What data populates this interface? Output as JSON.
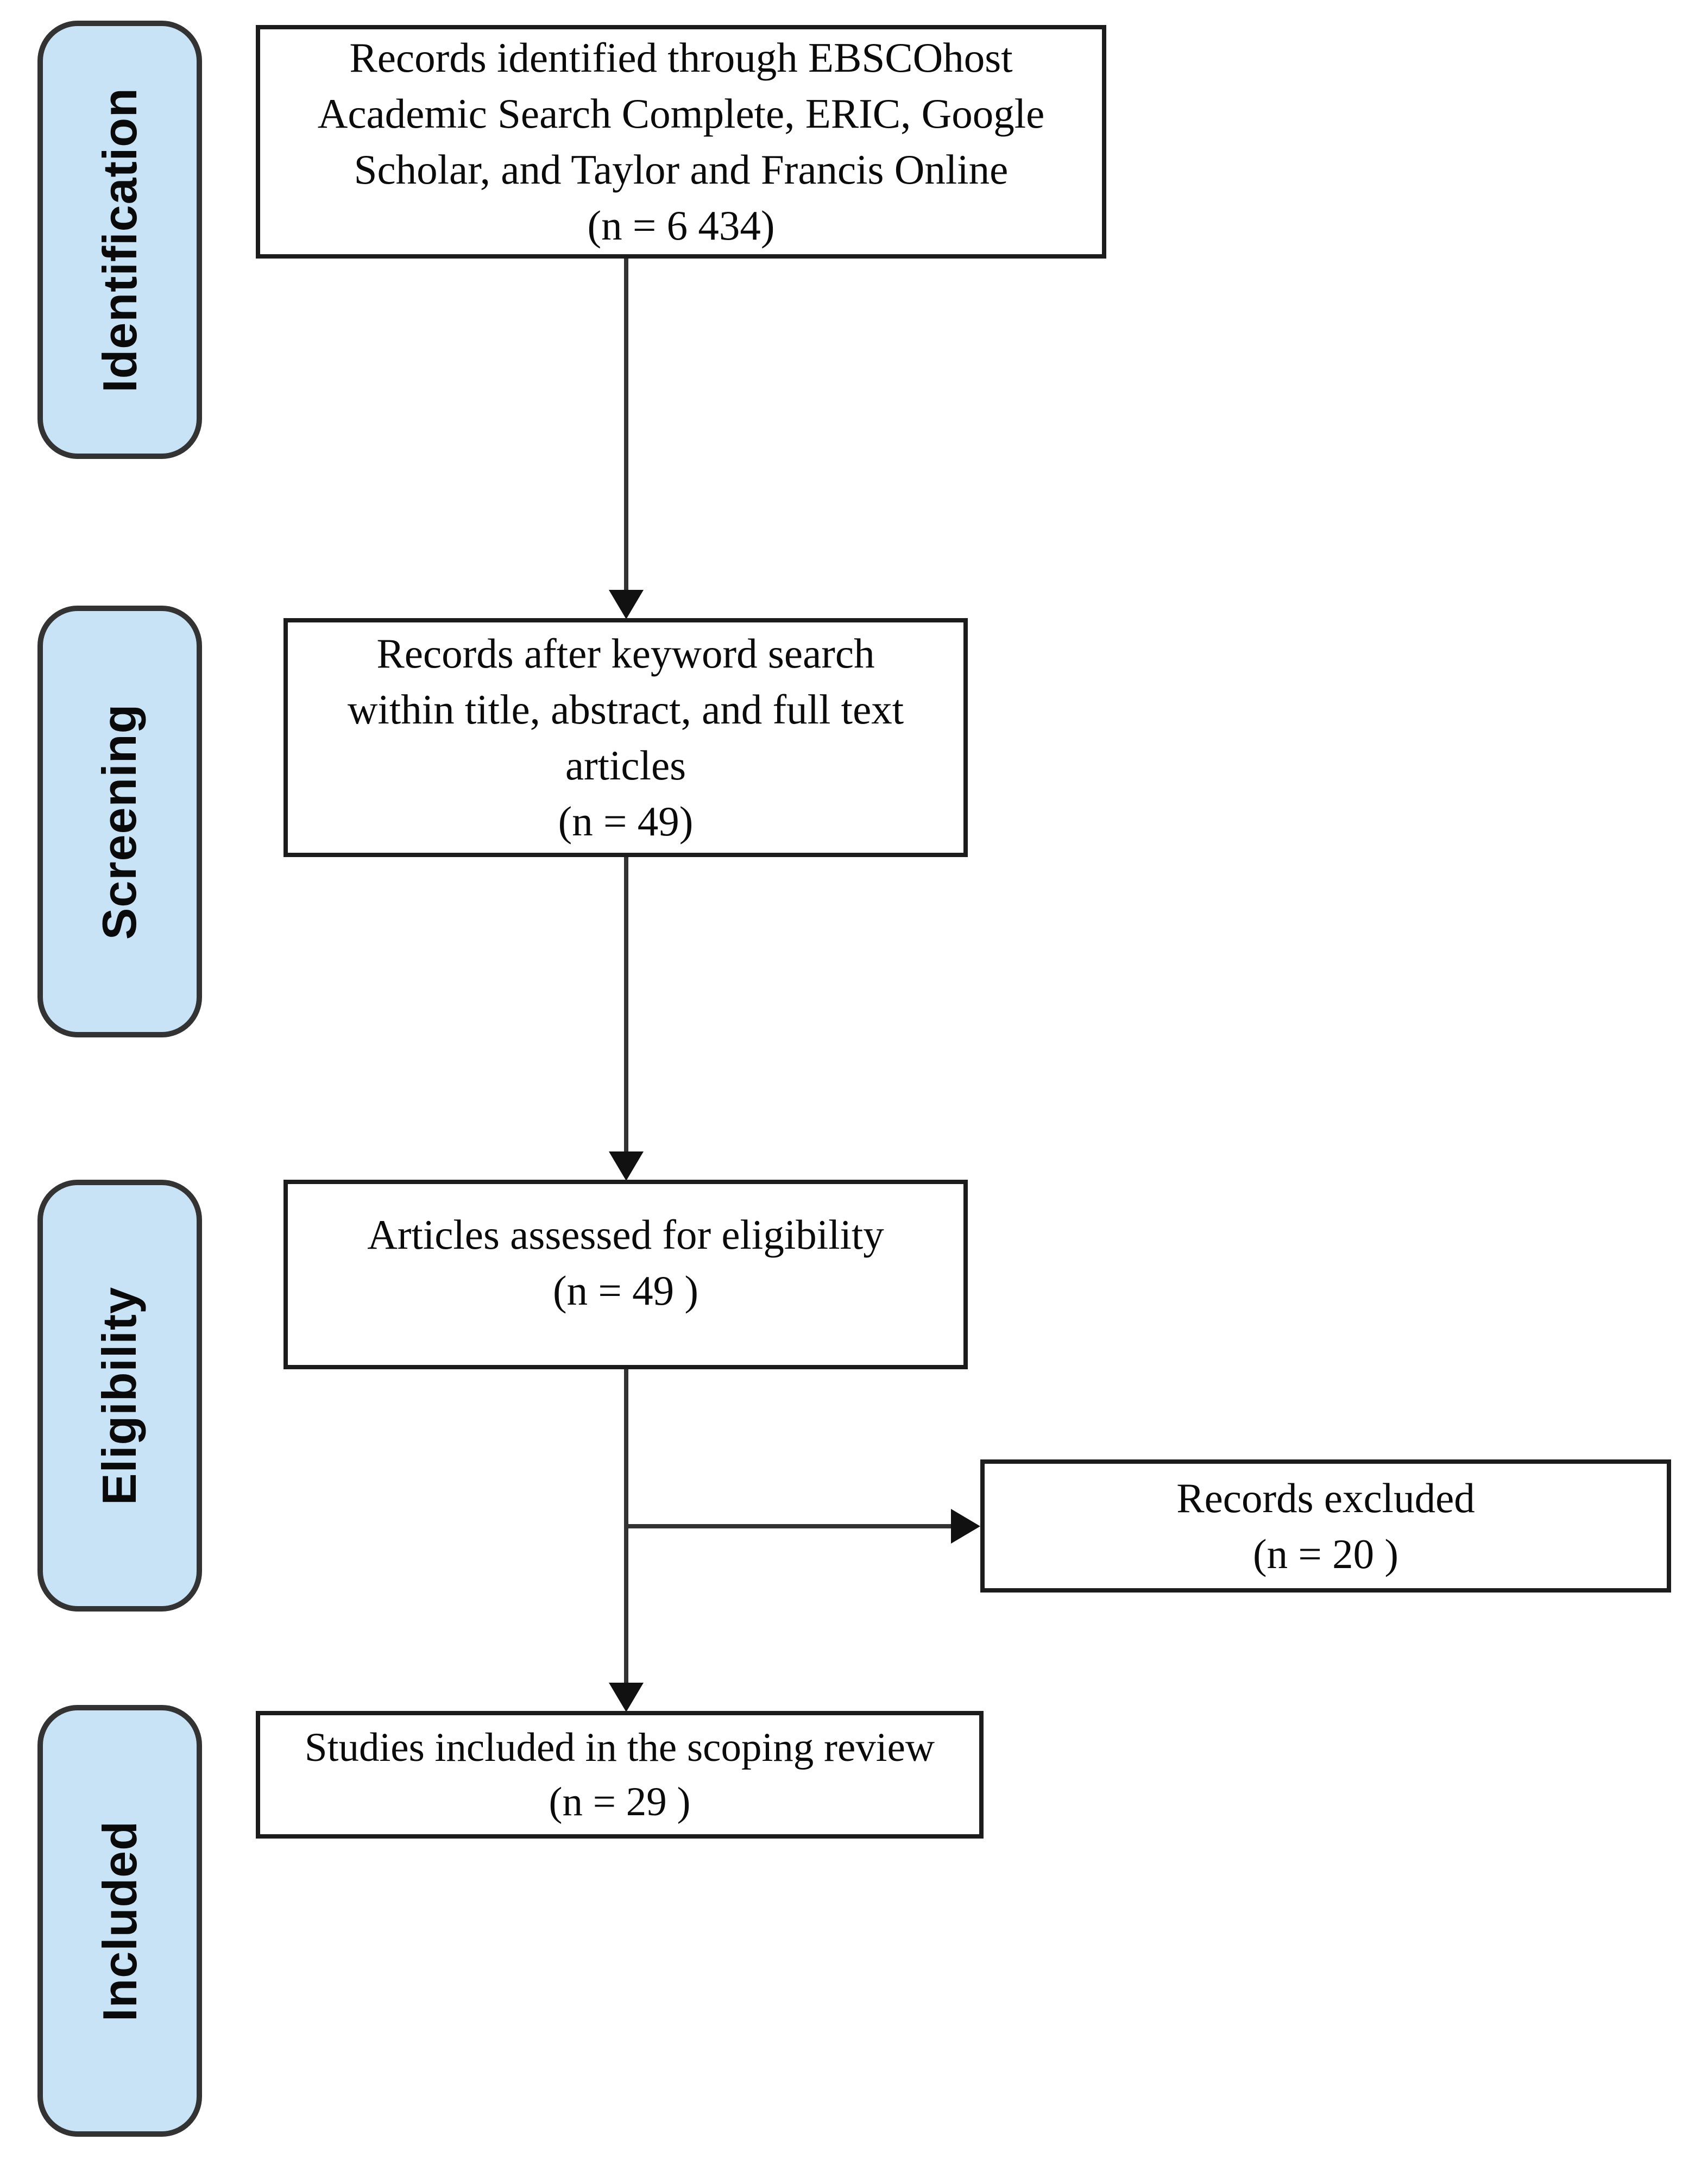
{
  "colors": {
    "stage_fill": "#c9e3f6",
    "stage_border": "#333333",
    "box_border": "#1c1c1c",
    "arrow": "#333333",
    "text": "#0b0b0b"
  },
  "stages": [
    {
      "label": "Identification"
    },
    {
      "label": "Screening"
    },
    {
      "label": "Eligibility"
    },
    {
      "label": "Included"
    }
  ],
  "boxes": {
    "identification": {
      "lines": [
        "Records identified through EBSCOhost",
        "Academic Search Complete, ERIC, Google",
        "Scholar, and Taylor and Francis Online"
      ],
      "count": "(n = 6 434)"
    },
    "screening": {
      "lines": [
        "Records after keyword search",
        "within title, abstract, and full text",
        "articles"
      ],
      "count": "(n = 49)"
    },
    "eligibility": {
      "lines": [
        "Articles assessed for eligibility"
      ],
      "count": "(n = 49 )"
    },
    "excluded": {
      "lines": [
        "Records excluded"
      ],
      "count": "(n = 20 )"
    },
    "included": {
      "lines": [
        "Studies included in the scoping review"
      ],
      "count": "(n = 29 )"
    }
  }
}
